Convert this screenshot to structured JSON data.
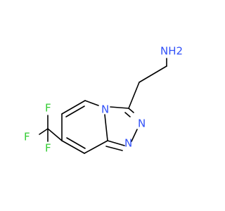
{
  "molecule": {
    "atom_labels": {
      "nh2": "NH2",
      "n_ring_top": "N",
      "n_ring_right_upper": "N",
      "n_ring_right_lower": "N",
      "f_top": "F",
      "f_left": "F",
      "f_bottom": "F"
    },
    "colors": {
      "bond": "#000000",
      "nitrogen": "#3050f8",
      "fluorine": "#33cc33",
      "background": "#ffffff"
    }
  }
}
